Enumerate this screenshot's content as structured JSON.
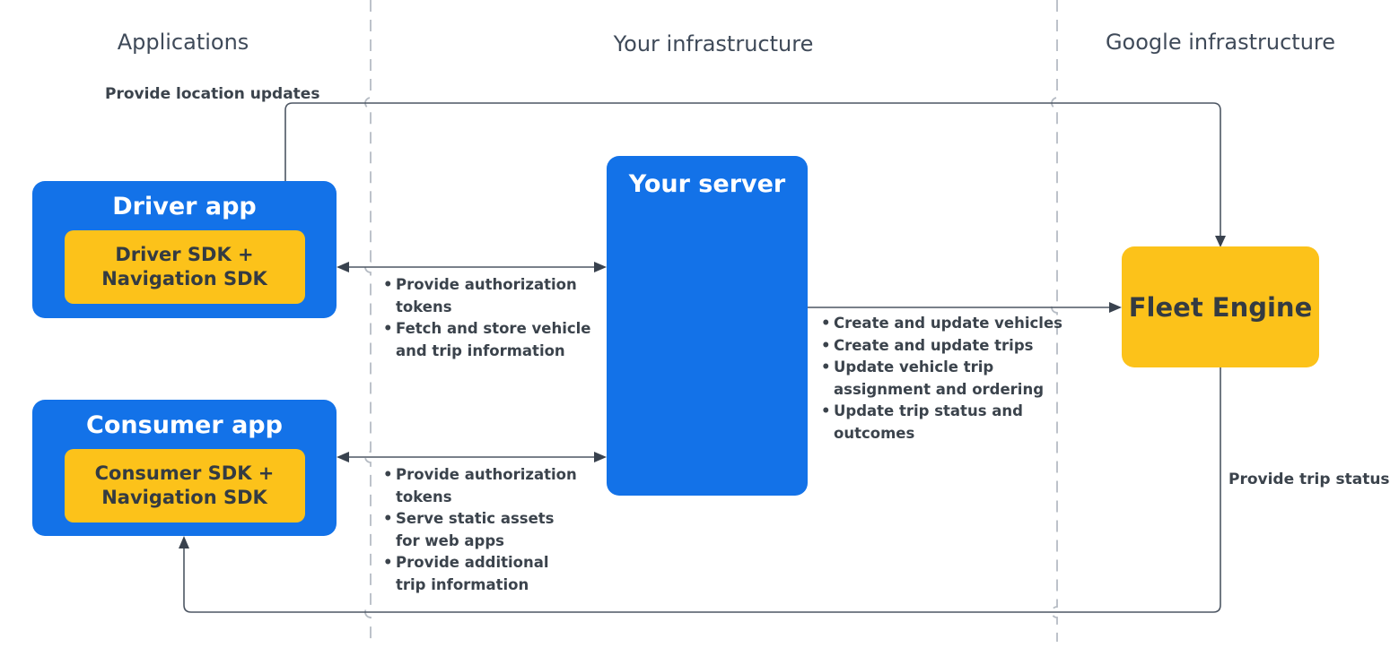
{
  "columns": [
    {
      "label": "Applications"
    },
    {
      "label": "Your infrastructure"
    },
    {
      "label": "Google infrastructure"
    }
  ],
  "nodes": {
    "driver_app": {
      "title": "Driver app",
      "sdk": "Driver SDK + Navigation SDK"
    },
    "consumer_app": {
      "title": "Consumer app",
      "sdk": "Consumer SDK + Navigation SDK"
    },
    "your_server": {
      "title": "Your server"
    },
    "fleet_engine": {
      "title": "Fleet Engine"
    }
  },
  "edges": {
    "location_updates": {
      "label": "Provide location updates"
    },
    "trip_status": {
      "label": "Provide trip status"
    },
    "driver_server": {
      "items": [
        "Provide authorization\ntokens",
        "Fetch and store vehicle\nand trip information"
      ]
    },
    "consumer_server": {
      "items": [
        "Provide authorization\ntokens",
        "Serve static assets\nfor web apps",
        "Provide additional\ntrip information"
      ]
    },
    "server_fleet": {
      "items": [
        "Create and update vehicles",
        "Create and update trips",
        "Update vehicle trip\nassignment and ordering",
        "Update trip status and\noutcomes"
      ]
    }
  },
  "colors": {
    "node_blue": "#1372e8",
    "node_yellow": "#fcc21a",
    "wire": "#4d5663",
    "lane_divider": "#b6bcc4",
    "text_dark": "#3b434c",
    "header_text": "#3f4a59",
    "title_on_blue": "#ffffff",
    "text_on_yellow": "#343b42"
  }
}
